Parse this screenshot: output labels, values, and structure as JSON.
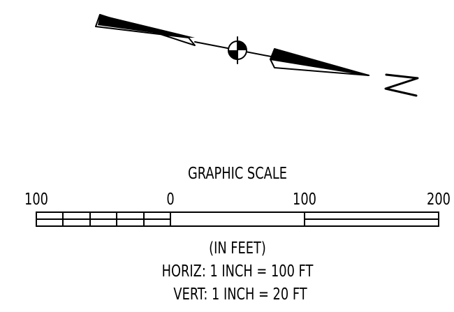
{
  "north_arrow": {
    "letter": "N"
  },
  "graphic_scale": {
    "title": "GRAPHIC SCALE",
    "tick_labels": [
      "100",
      "0",
      "100",
      "200"
    ],
    "units_note": "(IN FEET)",
    "horizontal_scale": "HORIZ: 1 INCH = 100 FT",
    "vertical_scale": "VERT: 1 INCH = 20 FT"
  },
  "colors": {
    "ink": "#000000",
    "paper": "#ffffff"
  }
}
